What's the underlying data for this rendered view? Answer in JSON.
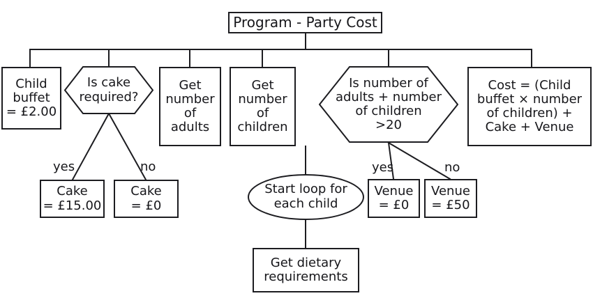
{
  "diagram": {
    "type": "flowchart",
    "title_node": {
      "label": "Program - Party Cost",
      "shape": "rectangle"
    },
    "nodes": [
      {
        "id": "child-buffet",
        "label": "Child\nbuffet\n= £2.00",
        "shape": "rectangle"
      },
      {
        "id": "is-cake-required",
        "label": "Is cake\nrequired?",
        "shape": "hexagon"
      },
      {
        "id": "get-number-of-adults",
        "label": "Get\nnumber\nof\nadults",
        "shape": "rectangle"
      },
      {
        "id": "get-number-of-children",
        "label": "Get\nnumber\nof\nchildren",
        "shape": "rectangle"
      },
      {
        "id": "is-total-over-20",
        "label": "Is number of\nadults + number\nof children\n>20",
        "shape": "hexagon"
      },
      {
        "id": "cost-formula",
        "label": "Cost = (Child\nbuffet × number\nof children) +\nCake + Venue",
        "shape": "rectangle"
      },
      {
        "id": "cake-15",
        "label": "Cake\n= £15.00",
        "shape": "rectangle"
      },
      {
        "id": "cake-0",
        "label": "Cake\n= £0",
        "shape": "rectangle"
      },
      {
        "id": "venue-0",
        "label": "Venue\n= £0",
        "shape": "rectangle"
      },
      {
        "id": "venue-50",
        "label": "Venue\n= £50",
        "shape": "rectangle"
      },
      {
        "id": "start-loop",
        "label": "Start loop for\neach child",
        "shape": "ellipse"
      },
      {
        "id": "get-dietary",
        "label": "Get dietary\nrequirements",
        "shape": "rectangle"
      }
    ],
    "edge_labels": {
      "cake_yes": "yes",
      "cake_no": "no",
      "venue_yes": "yes",
      "venue_no": "no"
    },
    "colors": {
      "stroke": "#1c1c20",
      "text": "#16161a",
      "background": "#ffffff"
    }
  }
}
